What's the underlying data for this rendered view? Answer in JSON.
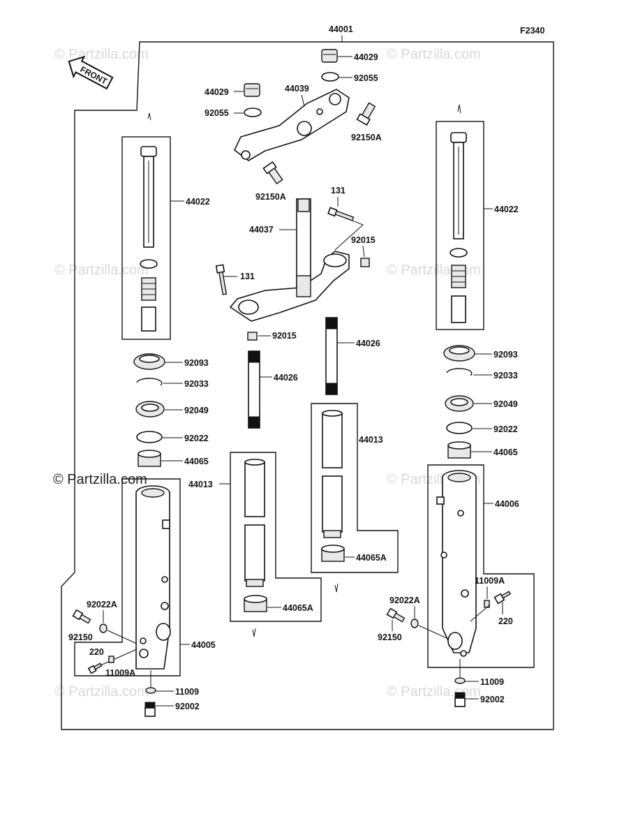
{
  "diagram": {
    "figure_code": "F2340",
    "front_arrow_text": "FRONT",
    "assembly_number": "44001",
    "watermark": "© Partzilla.com",
    "labels": {
      "cap_right": "44029",
      "washer_right": "92055",
      "cap_left": "44029",
      "bracket_upper": "44039",
      "washer_left": "92055",
      "bolt_upper": "92150A",
      "bolt_lower": "92150A",
      "stem_bolt_top": "131",
      "stem": "44037",
      "nut_right": "92015",
      "stem_bolt_left": "131",
      "nut_lower": "92015",
      "damper_left": "44022",
      "damper_right": "44022",
      "seal_left": "92093",
      "clip_left": "92033",
      "spacer_left": "92049",
      "washer_fork_left": "92022",
      "bushing_left": "44065",
      "spring_left": "44026",
      "spring_right": "44026",
      "tube_left": "44013",
      "tube_right": "44013",
      "bushing_tube_left": "44065A",
      "bushing_tube_right": "44065A",
      "seal_right": "92093",
      "clip_right": "92033",
      "spacer_right": "92049",
      "washer_fork_right": "92022",
      "bushing_right": "44065",
      "outer_right": "44006",
      "outer_left": "44005",
      "plug_right": "11009A",
      "washer_axle_right": "92022A",
      "stud_right": "220",
      "bolt_axle_right": "92150",
      "gasket_right": "11009",
      "screw_right": "92002",
      "washer_axle_left": "92022A",
      "bolt_axle_left": "92150",
      "stud_left": "220",
      "plug_left": "11009A",
      "gasket_left": "11009",
      "screw_left": "92002"
    }
  }
}
